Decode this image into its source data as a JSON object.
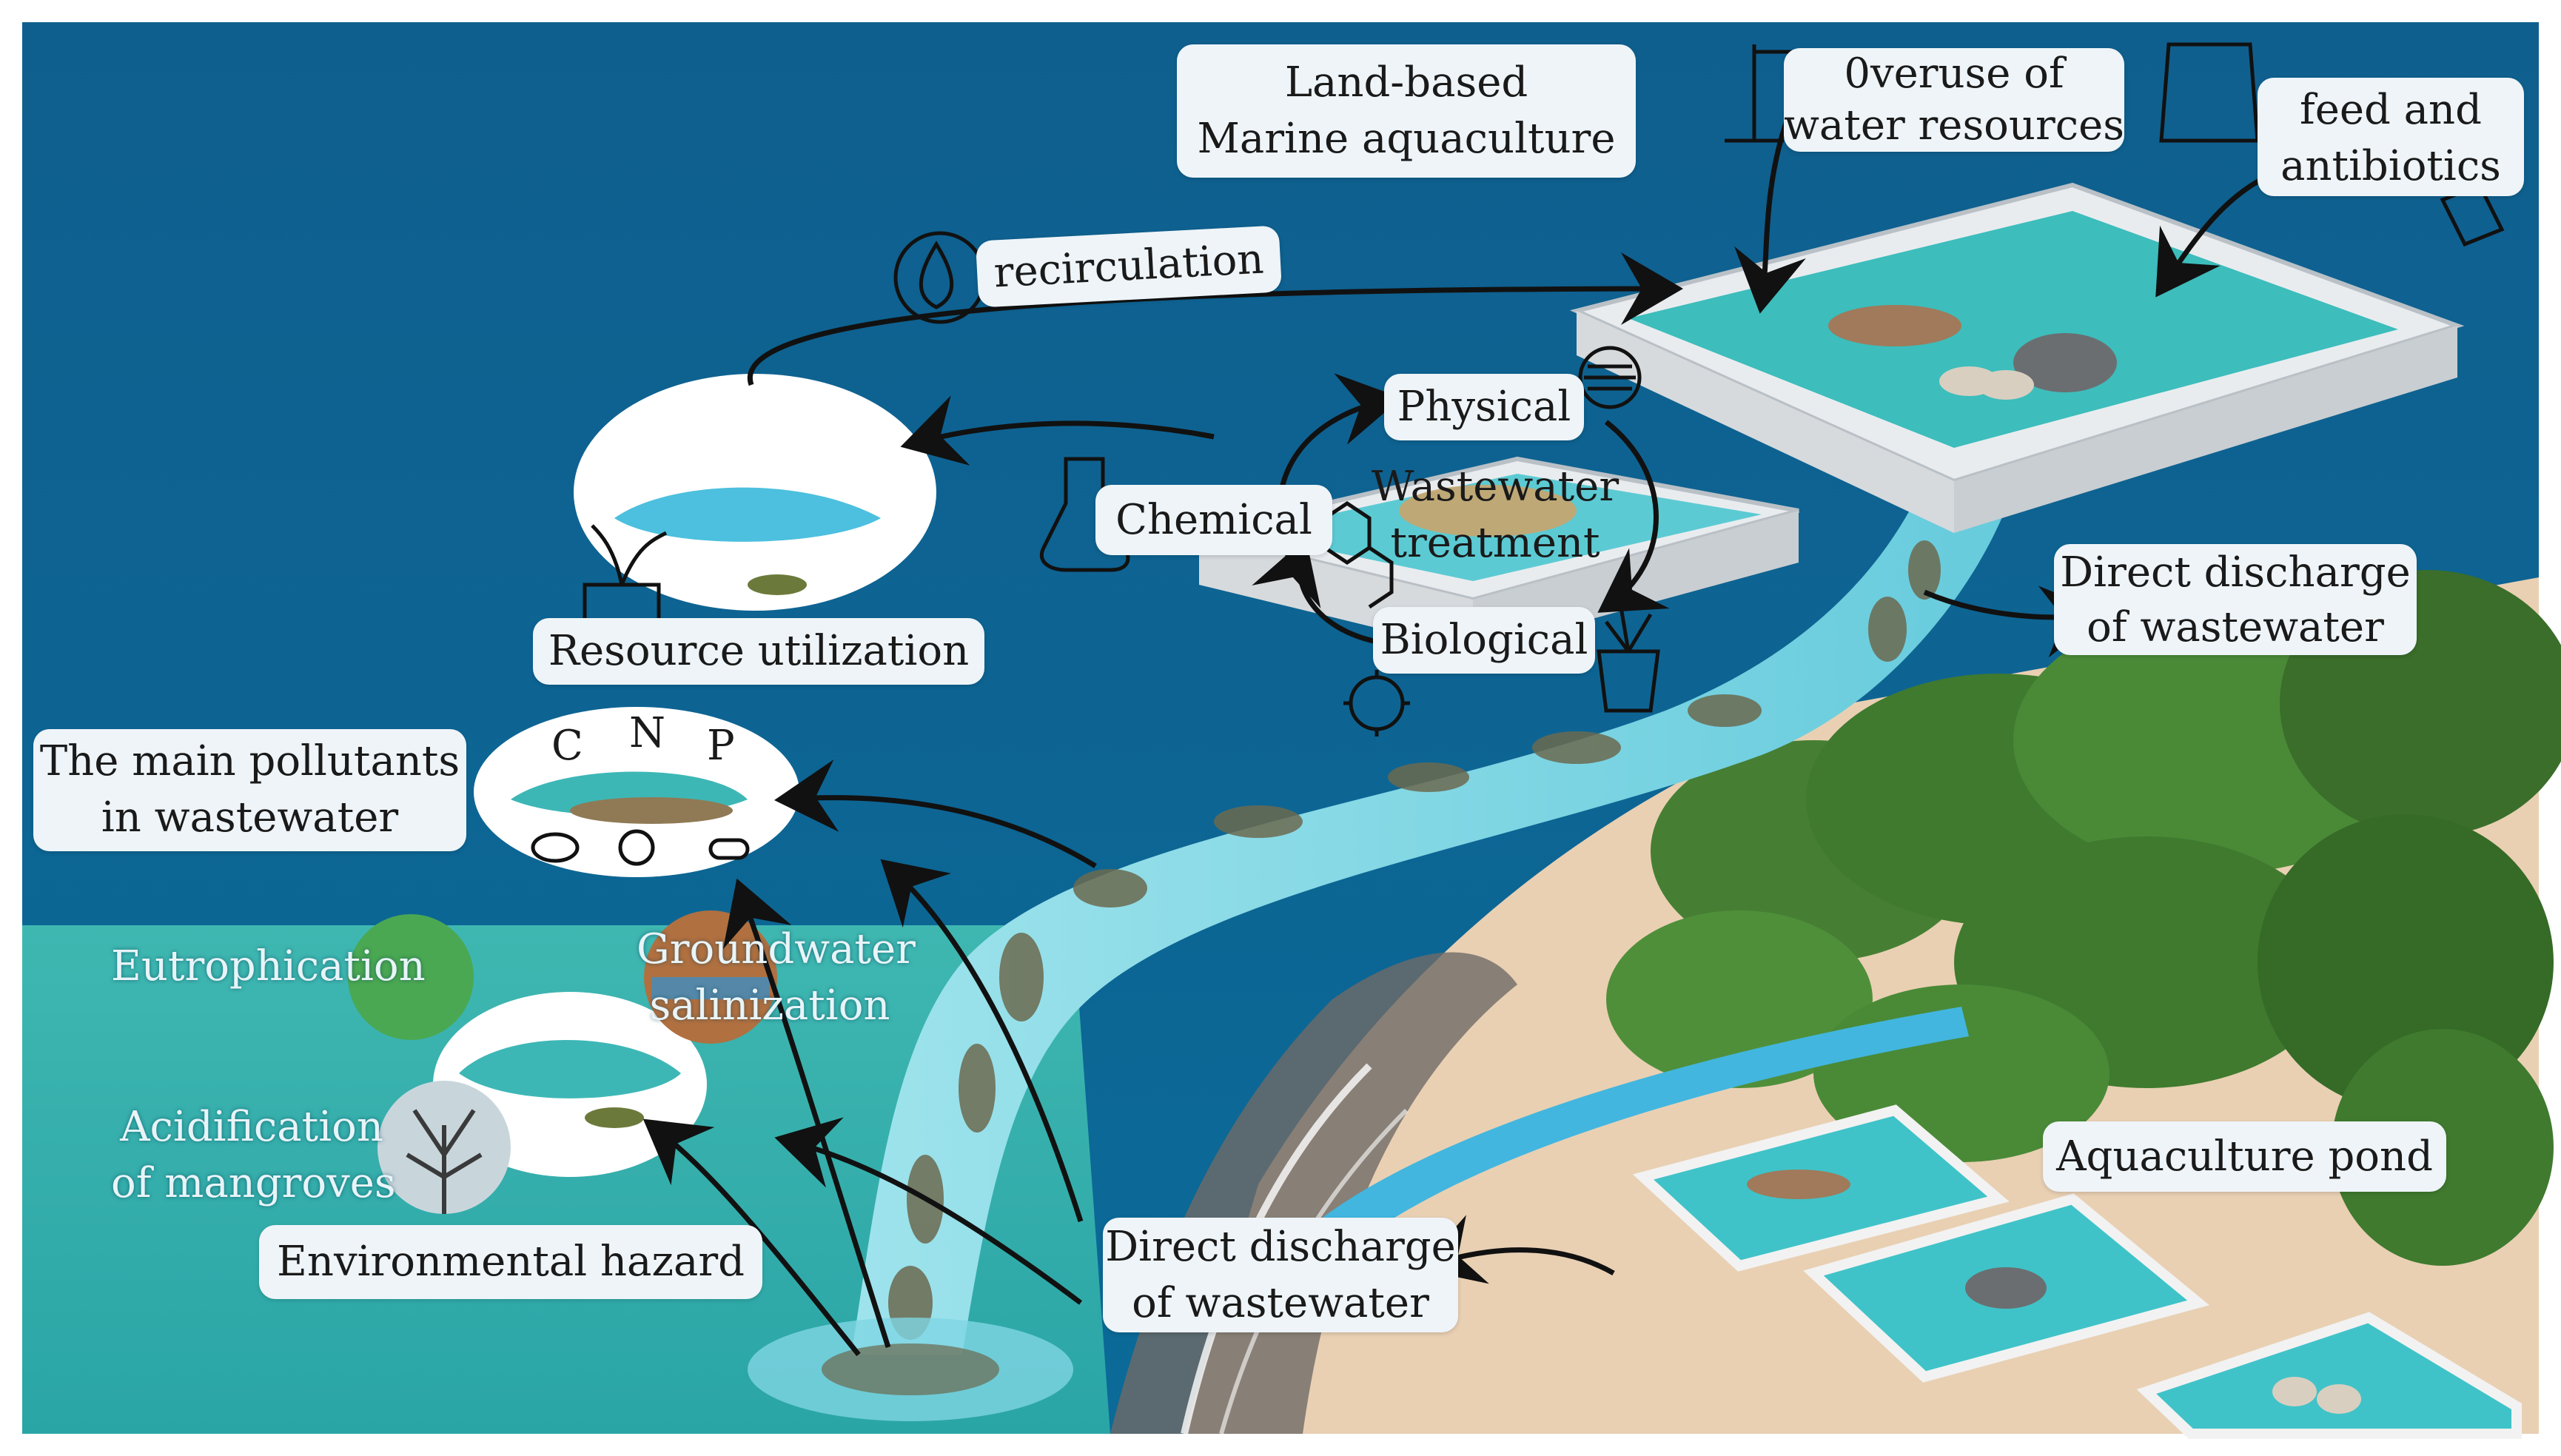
{
  "labels": {
    "land_based_line1": "Land-based",
    "land_based_line2": "Marine aquaculture",
    "overuse_line1": "0veruse of",
    "overuse_line2": "water resources",
    "feed_line1": "feed and",
    "feed_line2": "antibiotics",
    "recirculation": "recirculation",
    "physical": "Physical",
    "chemical": "Chemical",
    "biological": "Biological",
    "wastewater_line1": "Wastewater",
    "wastewater_line2": "treatment",
    "resource_utilization": "Resource utilization",
    "direct_discharge_top_line1": "Direct discharge",
    "direct_discharge_top_line2": "of wastewater",
    "main_pollutants_line1": "The main pollutants",
    "main_pollutants_line2": "in wastewater",
    "c": "C",
    "n": "N",
    "p": "P",
    "eutrophication": "Eutrophication",
    "groundwater_line1": "Groundwater",
    "groundwater_line2": "salinization",
    "acidification_line1": "Acidification",
    "acidification_line2": "of mangroves",
    "environmental_hazard": "Environmental hazard",
    "direct_discharge_bottom_line1": "Direct discharge",
    "direct_discharge_bottom_line2": "of wastewater",
    "aquaculture_pond": "Aquaculture pond"
  },
  "colors": {
    "sky_sea": "#0d5e8c",
    "shallow_sea": "#3bb6b0",
    "sand": "#e8cfb0",
    "mangrove": "#3f7a2e",
    "water_stream": "#7fd6e4",
    "pond_water": "#3fc3c8",
    "tank_wall": "#e9ecef"
  }
}
